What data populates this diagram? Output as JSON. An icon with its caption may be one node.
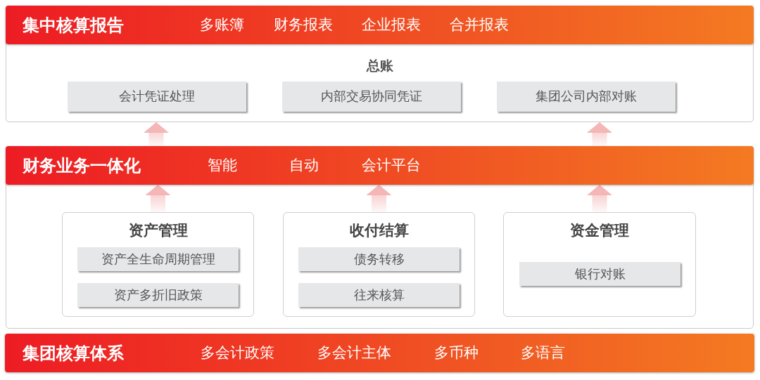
{
  "diagram": {
    "nodes": [
      {
        "text": [
          "总账"
        ]
      },
      {
        "text": [
          "集中核算报告",
          "多账簿",
          "财务报表",
          "企业报表",
          "合并报表"
        ],
        "in": 0
      },
      {
        "text": [
          "会计凭证处理"
        ],
        "in": 0
      },
      {
        "text": [
          "内部交易协同凭证"
        ],
        "in": 0
      },
      {
        "text": [
          "集团公司内部对账"
        ],
        "in": 0
      },
      {
        "text": [],
        "shape": "box"
      },
      {
        "text": [
          "财务业务一体化",
          "智能",
          "自动",
          "会计平台"
        ],
        "in": 5
      },
      {
        "text": [
          "资产管理"
        ],
        "in": 5
      },
      {
        "text": [
          "资产全生命周期管理"
        ],
        "in": 7
      },
      {
        "text": [
          "资产多折旧政策"
        ],
        "in": 7
      },
      {
        "text": [
          "收付结算"
        ],
        "in": 5
      },
      {
        "text": [
          "债务转移"
        ],
        "in": 10
      },
      {
        "text": [
          "往来核算"
        ],
        "in": 10
      },
      {
        "text": [
          "资金管理"
        ],
        "in": 5
      },
      {
        "text": [
          "银行对账"
        ],
        "in": 13
      },
      {
        "text": [
          "集团核算体系",
          "多会计政策",
          "多会计主体",
          "多币种",
          "多语言"
        ]
      }
    ],
    "edges": [
      {
        "from": 6,
        "to": 0,
        "arrow": "to"
      },
      {
        "from": 6,
        "to": 0,
        "arrow": "to"
      },
      {
        "from": 7,
        "to": 6,
        "arrow": "to"
      },
      {
        "from": 10,
        "to": 6,
        "arrow": "to"
      },
      {
        "from": 13,
        "to": 6,
        "arrow": "to"
      }
    ]
  }
}
